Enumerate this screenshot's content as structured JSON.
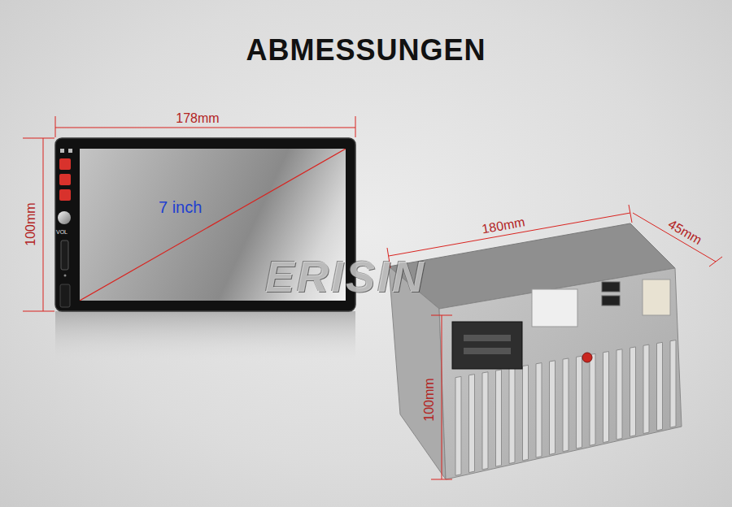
{
  "diagram": {
    "title": "ABMESSUNGEN",
    "nodes": [
      {
        "text": [
          "7 inch"
        ]
      }
    ],
    "labels": [
      "178mm",
      "100mm",
      "180mm",
      "45mm",
      "100mm",
      "VOL",
      "ERISIN"
    ]
  }
}
